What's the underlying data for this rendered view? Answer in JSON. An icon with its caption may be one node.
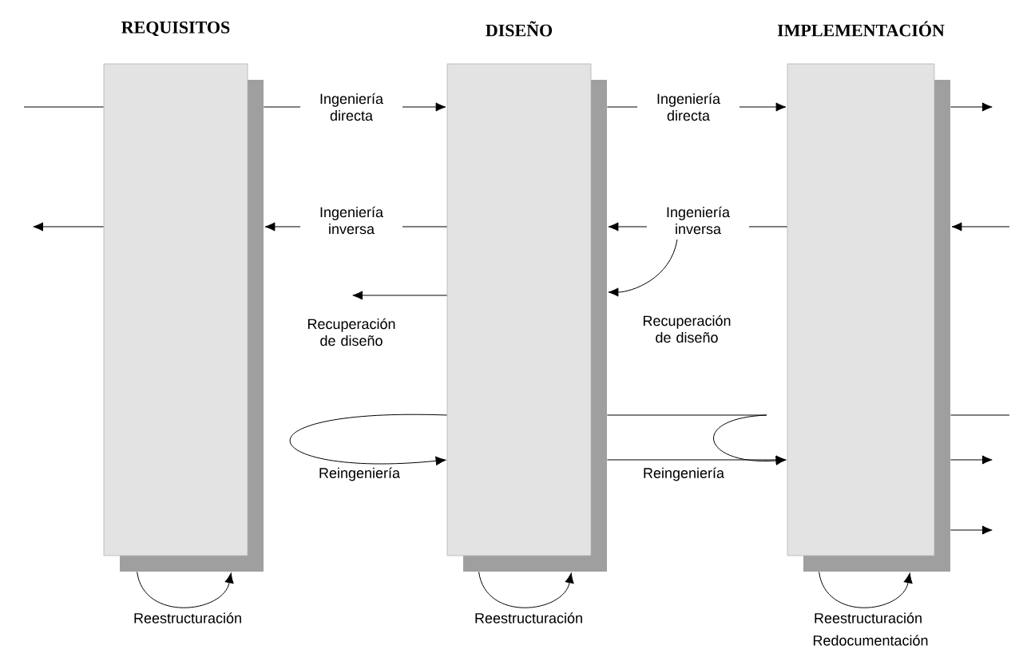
{
  "diagram": {
    "nodes": [
      {
        "text": [
          "REQUISITOS"
        ]
      },
      {
        "text": [
          "DISEÑO"
        ]
      },
      {
        "text": [
          "IMPLEMENTACIÓN"
        ]
      }
    ],
    "edges": [
      {
        "from": null,
        "to": 0,
        "arrow": "none"
      },
      {
        "from": 0,
        "to": null,
        "arrow": "to"
      },
      {
        "from": 0,
        "to": 1,
        "arrow": "to",
        "label": "Ingeniería directa"
      },
      {
        "from": 1,
        "to": 0,
        "arrow": "to",
        "label": "Ingeniería inversa"
      },
      {
        "from": 1,
        "to": null,
        "arrow": "to",
        "label": "Recuperación de diseño"
      },
      {
        "from": 1,
        "to": 1,
        "arrow": "to",
        "label": "Reingeniería"
      },
      {
        "from": 0,
        "to": 0,
        "arrow": "to",
        "label": "Reestructuración"
      },
      {
        "from": 1,
        "to": 2,
        "arrow": "to",
        "label": "Ingeniería directa"
      },
      {
        "from": 2,
        "to": 1,
        "arrow": "to",
        "label": "Ingeniería inversa"
      },
      {
        "from": null,
        "to": 1,
        "arrow": "to",
        "label": "Recuperación de diseño"
      },
      {
        "from": 1,
        "to": 2,
        "arrow": "to",
        "label": "Reingeniería"
      },
      {
        "from": 1,
        "to": 2,
        "arrow": "to"
      },
      {
        "from": 1,
        "to": 1,
        "arrow": "to",
        "label": "Reestructuración"
      },
      {
        "from": 2,
        "to": 2,
        "arrow": "to",
        "label": "Reestructuración"
      },
      {
        "from": 2,
        "to": null,
        "arrow": "to"
      },
      {
        "from": null,
        "to": 2,
        "arrow": "to"
      },
      {
        "from": 2,
        "to": null,
        "arrow": "none"
      },
      {
        "from": 2,
        "to": null,
        "arrow": "to"
      },
      {
        "from": 2,
        "to": null,
        "arrow": "to"
      }
    ],
    "labels": [
      "Redocumentación"
    ]
  }
}
